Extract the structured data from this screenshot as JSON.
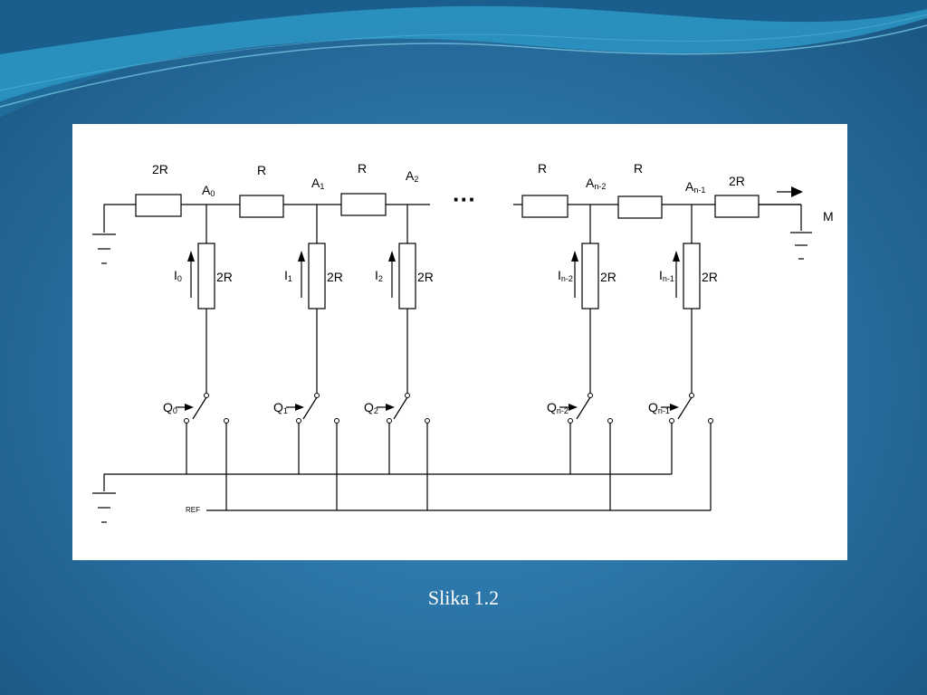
{
  "caption": "Slika 1.2",
  "colors": {
    "background": "#2a74a6",
    "panel": "#ffffff",
    "wave_light": "#2fa7cf",
    "wave_dark": "#1b6e9e"
  },
  "diagram": {
    "series_resistors": [
      "2R",
      "R",
      "R",
      "R",
      "R",
      "2R"
    ],
    "nodes": [
      {
        "main": "A",
        "sub": "0"
      },
      {
        "main": "A",
        "sub": "1"
      },
      {
        "main": "A",
        "sub": "2"
      },
      {
        "main": "A",
        "sub": "n-2"
      },
      {
        "main": "A",
        "sub": "n-1"
      }
    ],
    "leg_resistor": "2R",
    "currents": [
      {
        "main": "I",
        "sub": "0"
      },
      {
        "main": "I",
        "sub": "1"
      },
      {
        "main": "I",
        "sub": "2"
      },
      {
        "main": "I",
        "sub": "n-2"
      },
      {
        "main": "I",
        "sub": "n-1"
      }
    ],
    "switches": [
      {
        "main": "Q",
        "sub": "0"
      },
      {
        "main": "Q",
        "sub": "1"
      },
      {
        "main": "Q",
        "sub": "2"
      },
      {
        "main": "Q",
        "sub": "n-2"
      },
      {
        "main": "Q",
        "sub": "n-1"
      }
    ],
    "ellipsis": "···",
    "output_label": "M",
    "ref_label": "REF"
  }
}
